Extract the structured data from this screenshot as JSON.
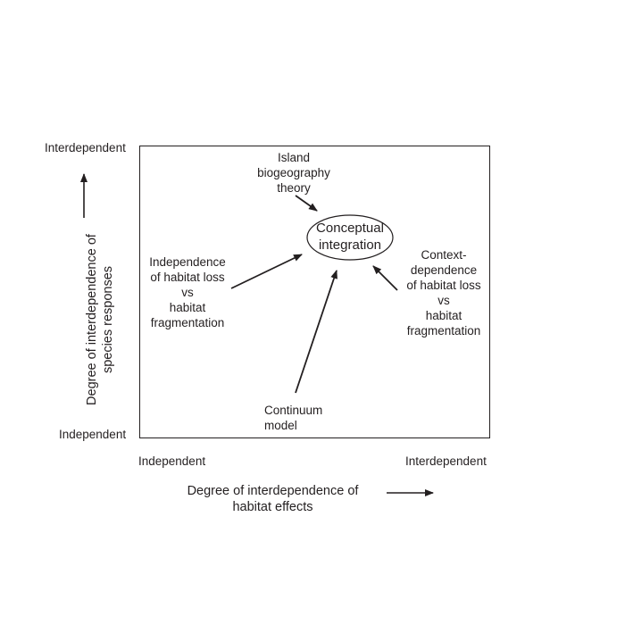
{
  "diagram": {
    "y_axis": {
      "title_line1": "Degree of interdependence of",
      "title_line2": "species responses",
      "top_label": "Interdependent",
      "bottom_label": "Independent"
    },
    "x_axis": {
      "title_line1": "Degree of interdependence of",
      "title_line2": "habitat effects",
      "left_label": "Independent",
      "right_label": "Interdependent"
    },
    "center": {
      "line1": "Conceptual",
      "line2": "integration"
    },
    "nodes": {
      "island": [
        "Island",
        "biogeography",
        "theory"
      ],
      "independence": [
        "Independence",
        "of habitat loss",
        "vs",
        "habitat",
        "fragmentation"
      ],
      "context": [
        "Context-",
        "dependence",
        "of habitat loss",
        "vs",
        "habitat",
        "fragmentation"
      ],
      "continuum": [
        "Continuum",
        "model"
      ]
    },
    "colors": {
      "ink": "#231f20",
      "background": "#ffffff"
    }
  }
}
